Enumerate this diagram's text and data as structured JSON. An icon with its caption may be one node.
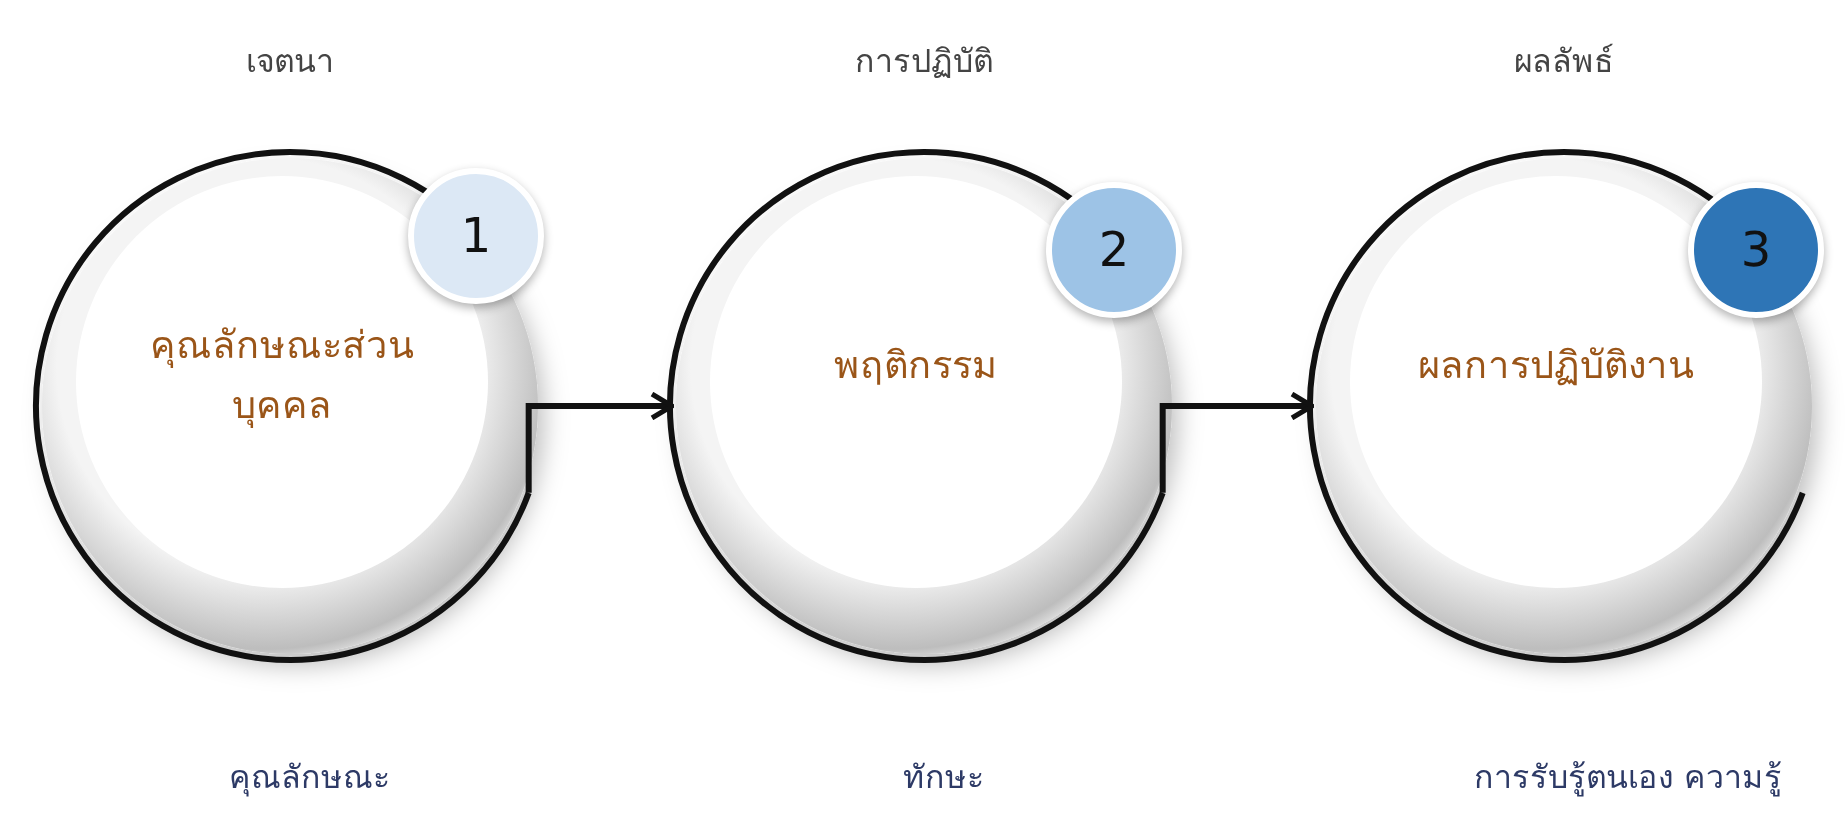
{
  "diagram": {
    "nodes": [
      {
        "text": [
          "คุณลักษณะส่วนบุคคล"
        ],
        "beside": [
          "เจตนา",
          "คุณลักษณะ"
        ]
      },
      {
        "text": [
          "1"
        ]
      },
      {
        "text": [
          "พฤติกรรม"
        ],
        "beside": [
          "การปฏิบัติ",
          "ทักษะ"
        ]
      },
      {
        "text": [
          "2"
        ]
      },
      {
        "text": [
          "ผลการปฏิบัติงาน"
        ],
        "beside": [
          "ผลลัพธ์",
          "การรับรู้ตนเอง ความรู้"
        ]
      },
      {
        "text": [
          "3"
        ]
      }
    ],
    "edges": [
      {
        "from": 0,
        "to": 2,
        "arrow": "to"
      },
      {
        "from": 2,
        "to": 4,
        "arrow": "to"
      }
    ]
  }
}
